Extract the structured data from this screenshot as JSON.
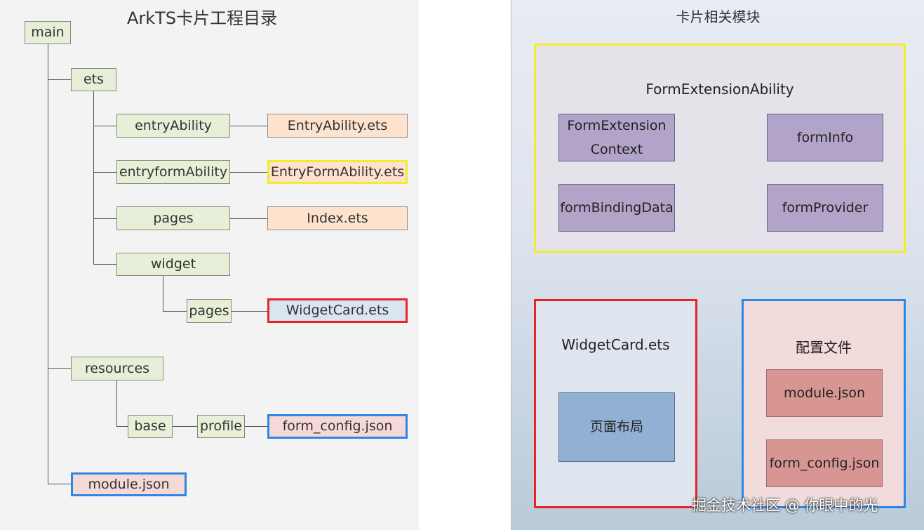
{
  "left": {
    "title": "ArkTS卡片工程目录",
    "nodes": {
      "main": "main",
      "ets": "ets",
      "entryAbility": "entryAbility",
      "entryAbilityFile": "EntryAbility.ets",
      "entryformAbility": "entryformAbility",
      "entryFormAbilityFile": "EntryFormAbility.ets",
      "pages": "pages",
      "indexFile": "Index.ets",
      "widget": "widget",
      "widgetPages": "pages",
      "widgetCardFile": "WidgetCard.ets",
      "resources": "resources",
      "base": "base",
      "profile": "profile",
      "formConfigFile": "form_config.json",
      "moduleJson": "module.json"
    }
  },
  "right": {
    "title": "卡片相关模块",
    "formExtensionAbility": {
      "label": "FormExtensionAbility",
      "modules": {
        "context_line1": "FormExtension",
        "context_line2": "Context",
        "formInfo": "formInfo",
        "formBindingData": "formBindingData",
        "formProvider": "formProvider"
      }
    },
    "widgetCard": {
      "label": "WidgetCard.ets",
      "layout": "页面布局"
    },
    "config": {
      "label": "配置文件",
      "module": "module.json",
      "formConfig": "form_config.json"
    }
  },
  "watermark": "掘金技术社区 @ 你眼中的光",
  "colors": {
    "highlight_yellow": "#f2ec2a",
    "highlight_red": "#e8232a",
    "highlight_blue": "#2c86e8",
    "folder_green": "#e7efd9",
    "file_orange": "#fde3cd",
    "module_purple": "#b2a3c8",
    "module_blue": "#92b0d4",
    "module_red": "#d89692"
  }
}
